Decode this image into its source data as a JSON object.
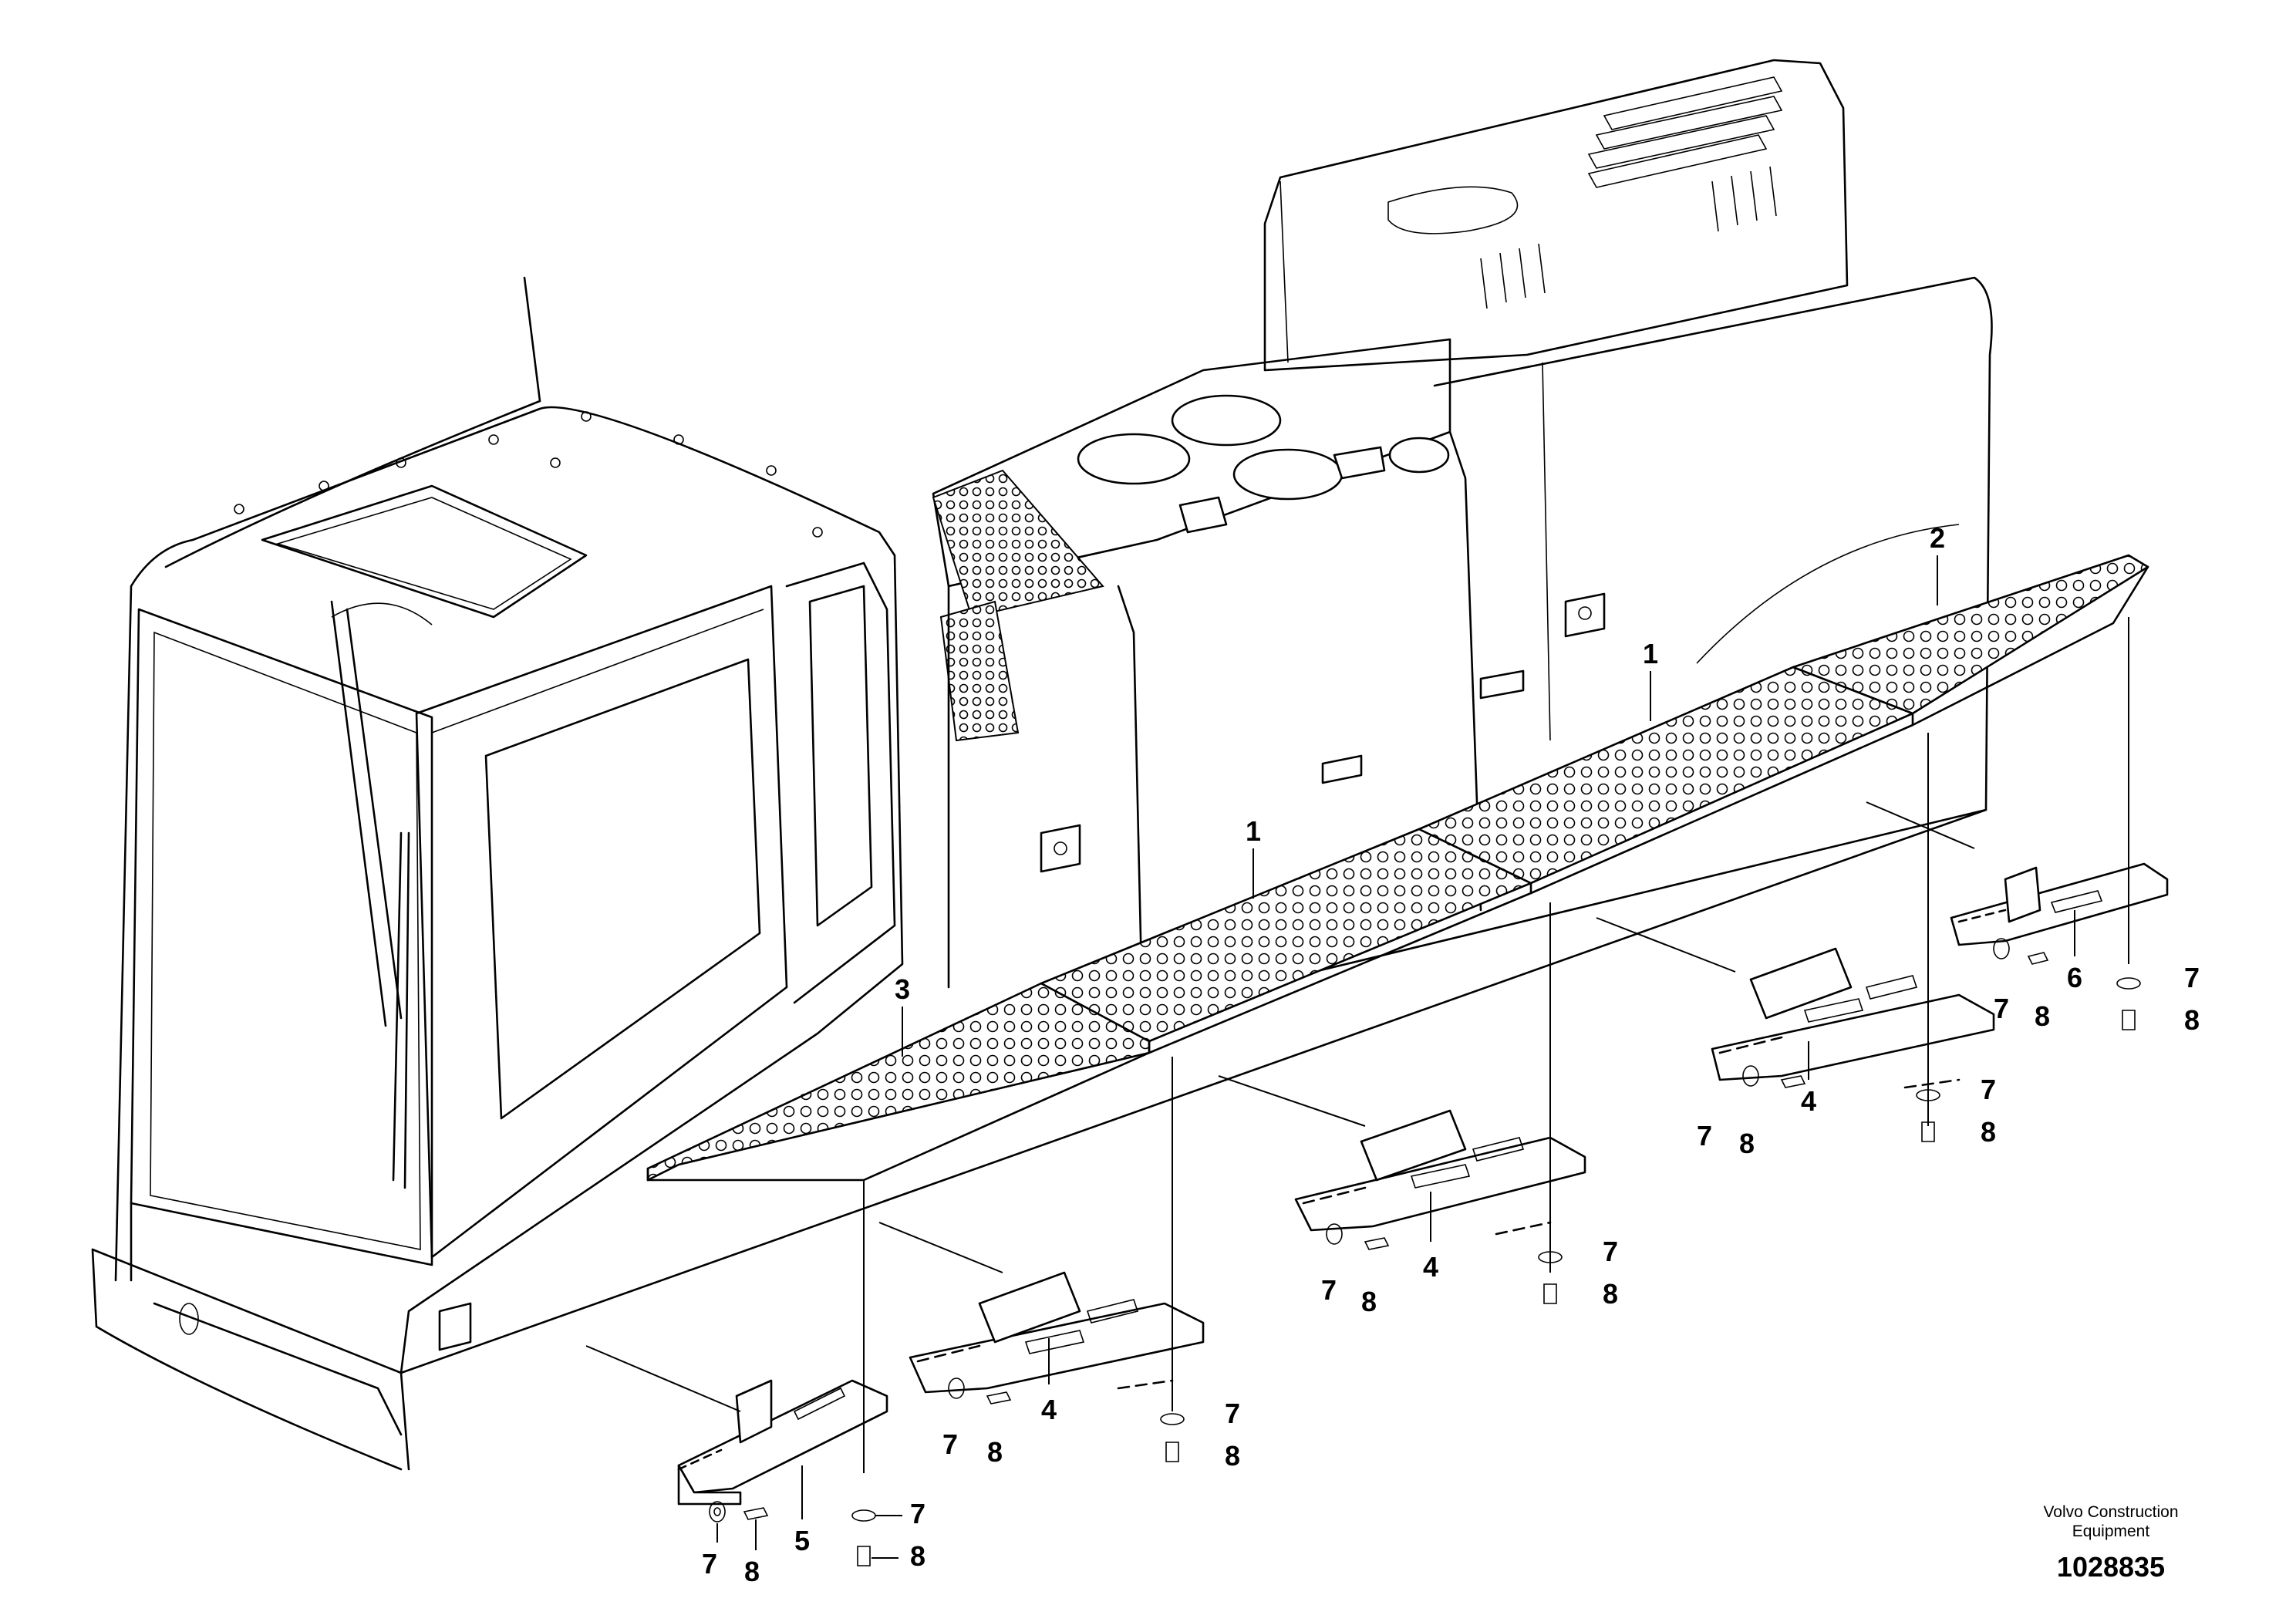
{
  "callouts": [
    "1",
    "1",
    "2",
    "3",
    "4",
    "4",
    "4",
    "5",
    "6",
    "7",
    "8"
  ],
  "credit": {
    "line1": "Volvo Construction",
    "line2": "Equipment",
    "drawing_number": "1028835"
  }
}
